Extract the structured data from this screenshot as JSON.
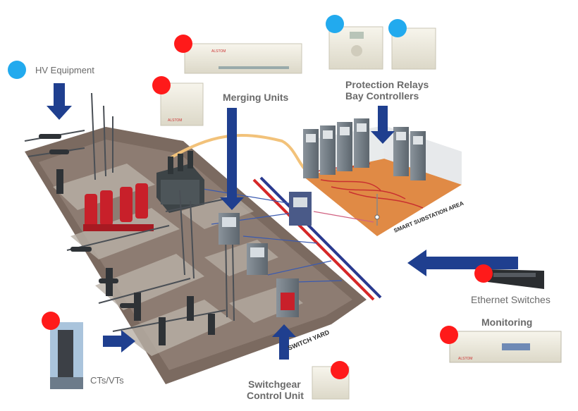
{
  "labels": {
    "hv_equipment": "HV Equipment",
    "merging_units": "Merging Units",
    "protection_relays": "Protection Relays",
    "bay_controllers": "Bay Controllers",
    "ethernet_switches": "Ethernet Switches",
    "monitoring": "Monitoring",
    "cts_vts": "CTs/VTs",
    "switchgear_line1": "Switchgear",
    "switchgear_line2": "Control Unit",
    "smart_substation_area": "SMART SUBSTATION AREA",
    "switch_yard": "SWITCH YARD"
  },
  "device_text": {
    "brand": "ALSTOM"
  },
  "legend_colors": {
    "red_marker": "#ff1a1a",
    "blue_marker": "#22aaee",
    "arrow": "#1f3f8f"
  }
}
